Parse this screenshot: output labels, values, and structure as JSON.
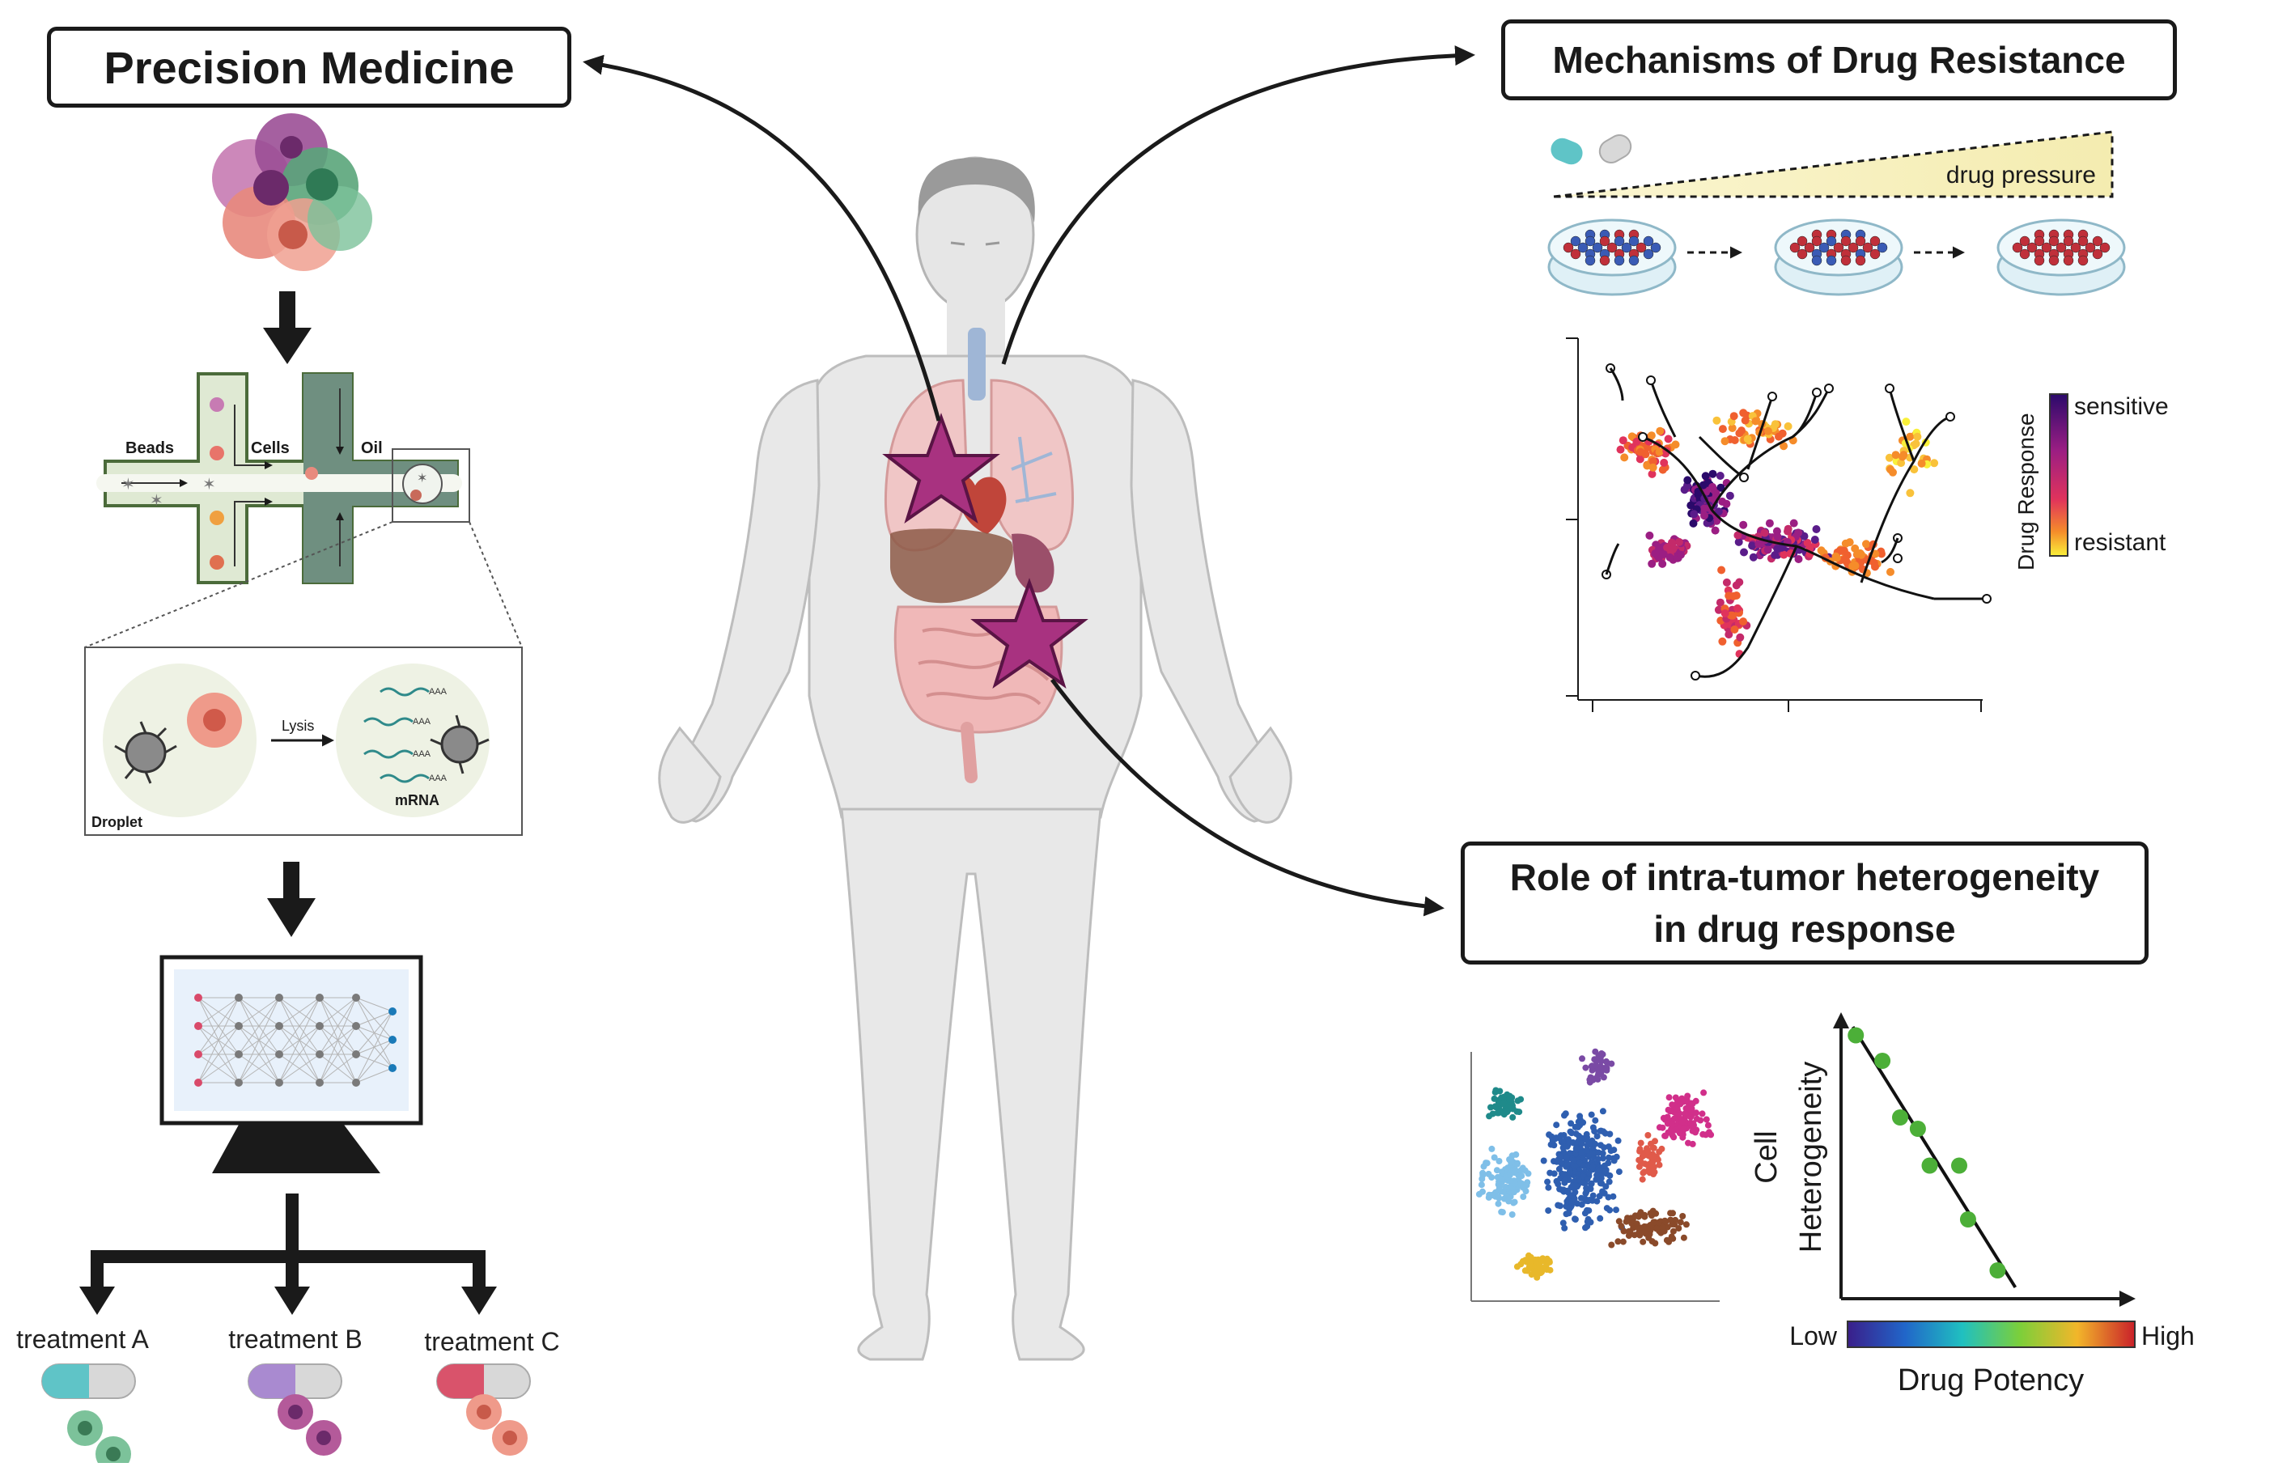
{
  "titles": {
    "precision": "Precision Medicine",
    "resistance": "Mechanisms of Drug Resistance",
    "heterogeneity_l1": "Role of intra-tumor heterogeneity",
    "heterogeneity_l2": "in drug response"
  },
  "microfluidics": {
    "beads": "Beads",
    "cells": "Cells",
    "oil": "Oil",
    "lysis": "Lysis",
    "droplet": "Droplet",
    "mrna": "mRNA",
    "aaa": "AAA"
  },
  "treatments": [
    {
      "label": "treatment A",
      "color": "#5fc4c7"
    },
    {
      "label": "treatment B",
      "color": "#a98ad0"
    },
    {
      "label": "treatment C",
      "color": "#d9536b"
    }
  ],
  "resistance": {
    "drug_pressure": "drug pressure",
    "legend_title": "Drug Response",
    "legend_high": "sensitive",
    "legend_low": "resistant"
  },
  "heterogeneity": {
    "ylabel_l1": "Cell",
    "ylabel_l2": "Heterogeneity",
    "xlabel": "Drug Potency",
    "low": "Low",
    "high": "High"
  },
  "chart_data": {
    "type": "scatter",
    "title": "",
    "xlabel": "Drug Potency",
    "ylabel": "Cell Heterogeneity",
    "x": [
      0.05,
      0.14,
      0.2,
      0.26,
      0.3,
      0.4,
      0.43,
      0.53
    ],
    "y": [
      0.93,
      0.84,
      0.64,
      0.6,
      0.47,
      0.47,
      0.28,
      0.1
    ],
    "trend": [
      [
        0.04,
        0.96
      ],
      [
        0.59,
        0.04
      ]
    ],
    "colors": {
      "points": "#4caf38",
      "line": "#111111"
    }
  },
  "colors": {
    "star": "#a83280",
    "body": "#e8e8e8",
    "tumor": [
      "#9b4f96",
      "#5aa57a",
      "#e88a7d",
      "#c77bb3"
    ]
  }
}
